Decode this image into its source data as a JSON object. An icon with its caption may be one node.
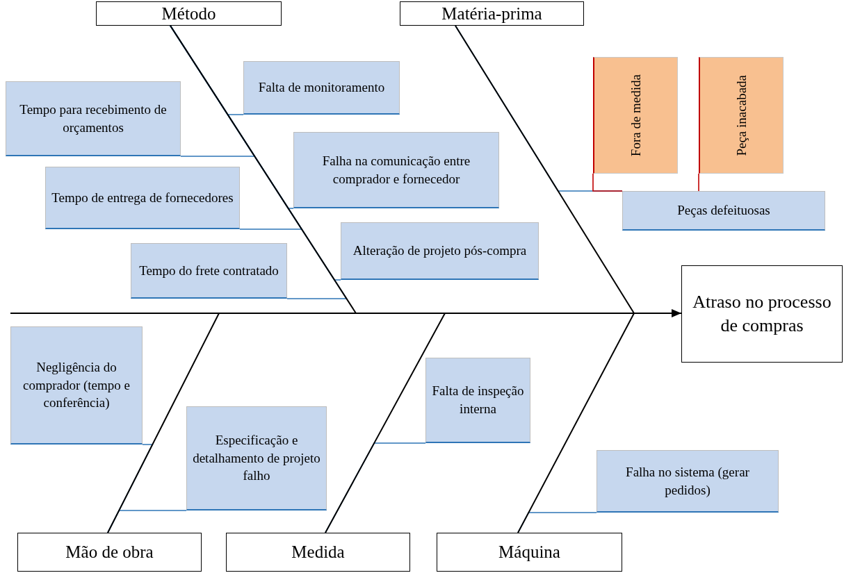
{
  "diagram": {
    "nodes": [
      {
        "text": [
          "Método"
        ]
      },
      {
        "text": [
          "Matéria-prima"
        ]
      },
      {
        "text": [
          "Mão de obra"
        ]
      },
      {
        "text": [
          "Medida"
        ]
      },
      {
        "text": [
          "Máquina"
        ]
      },
      {
        "text": [
          "Atraso no processo de compras"
        ]
      },
      {
        "text": [
          "Tempo para recebimento de orçamentos"
        ]
      },
      {
        "text": [
          "Falta de monitoramento"
        ]
      },
      {
        "text": [
          "Falha na comunicação entre comprador e fornecedor"
        ]
      },
      {
        "text": [
          "Tempo de entrega de fornecedores"
        ]
      },
      {
        "text": [
          "Alteração de projeto pós-compra"
        ]
      },
      {
        "text": [
          "Tempo do frete contratado"
        ]
      },
      {
        "text": [
          "Fora de medida"
        ]
      },
      {
        "text": [
          "Peça inacabada"
        ]
      },
      {
        "text": [
          "Peças defeituosas"
        ]
      },
      {
        "text": [
          "Negligência do comprador (tempo e conferência)"
        ]
      },
      {
        "text": [
          "Especificação e detalhamento de projeto falho"
        ]
      },
      {
        "text": [
          "Falta de inspeção interna"
        ]
      },
      {
        "text": [
          "Falha no sistema (gerar pedidos)"
        ]
      }
    ],
    "edges": [
      {
        "from": null,
        "to": 5,
        "arrow": "to",
        "color": "#000000"
      },
      {
        "from": 0,
        "to": 5,
        "arrow": "none",
        "color": "#000000"
      },
      {
        "from": 1,
        "to": 5,
        "arrow": "none",
        "color": "#000000"
      },
      {
        "from": 2,
        "to": 5,
        "arrow": "none",
        "color": "#000000"
      },
      {
        "from": 3,
        "to": 5,
        "arrow": "none",
        "color": "#000000"
      },
      {
        "from": 4,
        "to": 5,
        "arrow": "none",
        "color": "#000000"
      },
      {
        "from": 6,
        "to": 0,
        "arrow": "none"
      },
      {
        "from": 7,
        "to": 0,
        "arrow": "none"
      },
      {
        "from": 8,
        "to": 0,
        "arrow": "none"
      },
      {
        "from": 9,
        "to": 0,
        "arrow": "none"
      },
      {
        "from": 10,
        "to": 0,
        "arrow": "none"
      },
      {
        "from": 11,
        "to": 0,
        "arrow": "none"
      },
      {
        "from": 12,
        "to": 14,
        "arrow": "none",
        "color": "#c00000"
      },
      {
        "from": 13,
        "to": 14,
        "arrow": "none",
        "color": "#c00000"
      },
      {
        "from": 14,
        "to": 1,
        "arrow": "none"
      },
      {
        "from": 15,
        "to": 2,
        "arrow": "none"
      },
      {
        "from": 16,
        "to": 2,
        "arrow": "none"
      },
      {
        "from": 17,
        "to": 3,
        "arrow": "none"
      },
      {
        "from": 18,
        "to": 4,
        "arrow": "none"
      }
    ]
  }
}
